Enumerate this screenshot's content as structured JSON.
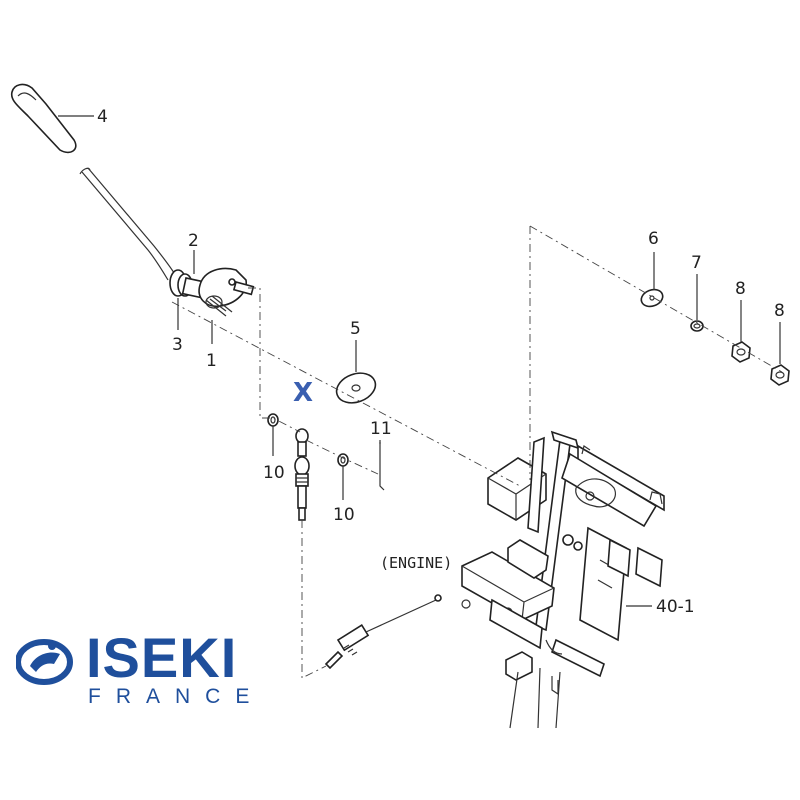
{
  "labels": {
    "p1": "1",
    "p2": "2",
    "p3": "3",
    "p4": "4",
    "p5": "5",
    "p6": "6",
    "p7": "7",
    "p8a": "8",
    "p8b": "8",
    "p10a": "10",
    "p10b": "10",
    "p11": "11",
    "p40_1": "40-1",
    "engine": "(ENGINE)",
    "x": "X"
  },
  "logo": {
    "name": "ISEKI",
    "sub": "FRANCE"
  },
  "colors": {
    "logo_blue": "#1f4f9c",
    "x_marker": "#3a5fb0",
    "line": "#333333"
  }
}
